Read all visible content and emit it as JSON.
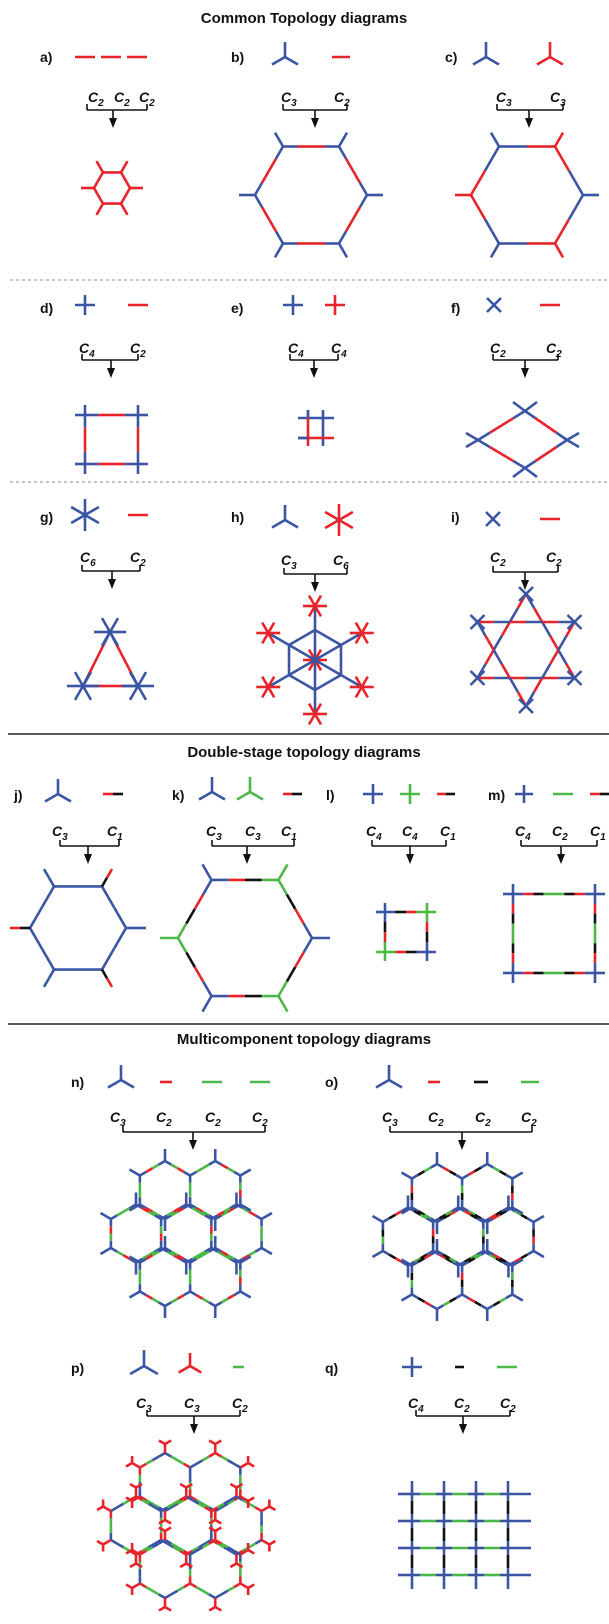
{
  "colors": {
    "blue": "#3a55a4",
    "red": "#e8232a",
    "green": "#4cb848",
    "black": "#111111"
  },
  "sections": [
    {
      "title": "Common Topology diagrams"
    },
    {
      "title": "Double-stage topology diagrams"
    },
    {
      "title": "Multicomponent topology diagrams"
    }
  ],
  "panels": [
    {
      "label": "a)",
      "symbols": [
        {
          "base": "C",
          "sub": "2"
        },
        {
          "base": "C",
          "sub": "2"
        },
        {
          "base": "C",
          "sub": "2"
        }
      ],
      "building_blocks": [
        "red-linear",
        "red-linear",
        "red-linear"
      ],
      "product": "hexagon"
    },
    {
      "label": "b)",
      "symbols": [
        {
          "base": "C",
          "sub": "3"
        },
        {
          "base": "C",
          "sub": "2"
        }
      ],
      "building_blocks": [
        "blue-tritopic",
        "red-linear"
      ],
      "product": "hexagon"
    },
    {
      "label": "c)",
      "symbols": [
        {
          "base": "C",
          "sub": "3"
        },
        {
          "base": "C",
          "sub": "3"
        }
      ],
      "building_blocks": [
        "blue-tritopic",
        "red-tritopic"
      ],
      "product": "hexagon"
    },
    {
      "label": "d)",
      "symbols": [
        {
          "base": "C",
          "sub": "4"
        },
        {
          "base": "C",
          "sub": "2"
        }
      ],
      "building_blocks": [
        "blue-tetratopic",
        "red-linear"
      ],
      "product": "square"
    },
    {
      "label": "e)",
      "symbols": [
        {
          "base": "C",
          "sub": "4"
        },
        {
          "base": "C",
          "sub": "4"
        }
      ],
      "building_blocks": [
        "blue-tetratopic",
        "red-tetratopic"
      ],
      "product": "square"
    },
    {
      "label": "f)",
      "symbols": [
        {
          "base": "C",
          "sub": "2"
        },
        {
          "base": "C",
          "sub": "2"
        }
      ],
      "building_blocks": [
        "blue-x",
        "red-linear"
      ],
      "product": "rhombus"
    },
    {
      "label": "g)",
      "symbols": [
        {
          "base": "C",
          "sub": "6"
        },
        {
          "base": "C",
          "sub": "2"
        }
      ],
      "building_blocks": [
        "blue-hexatopic",
        "red-linear"
      ],
      "product": "triangle"
    },
    {
      "label": "h)",
      "symbols": [
        {
          "base": "C",
          "sub": "3"
        },
        {
          "base": "C",
          "sub": "6"
        }
      ],
      "building_blocks": [
        "blue-tritopic",
        "red-hexatopic"
      ],
      "product": "rosette"
    },
    {
      "label": "i)",
      "symbols": [
        {
          "base": "C",
          "sub": "2"
        },
        {
          "base": "C",
          "sub": "2"
        }
      ],
      "building_blocks": [
        "blue-x",
        "red-linear"
      ],
      "product": "star-of-david"
    },
    {
      "label": "j)",
      "symbols": [
        {
          "base": "C",
          "sub": "3"
        },
        {
          "base": "C",
          "sub": "1"
        }
      ],
      "building_blocks": [
        "blue-tritopic",
        "red-black-linear"
      ],
      "product": "hexagon"
    },
    {
      "label": "k)",
      "symbols": [
        {
          "base": "C",
          "sub": "3"
        },
        {
          "base": "C",
          "sub": "3"
        },
        {
          "base": "C",
          "sub": "1"
        }
      ],
      "building_blocks": [
        "blue-tritopic",
        "green-tritopic",
        "black-red-linear"
      ],
      "product": "hexagon"
    },
    {
      "label": "l)",
      "symbols": [
        {
          "base": "C",
          "sub": "4"
        },
        {
          "base": "C",
          "sub": "4"
        },
        {
          "base": "C",
          "sub": "1"
        }
      ],
      "building_blocks": [
        "blue-tetratopic",
        "green-tetratopic",
        "red-black-linear"
      ],
      "product": "square"
    },
    {
      "label": "m)",
      "symbols": [
        {
          "base": "C",
          "sub": "4"
        },
        {
          "base": "C",
          "sub": "2"
        },
        {
          "base": "C",
          "sub": "1"
        }
      ],
      "building_blocks": [
        "blue-tetratopic",
        "green-linear",
        "red-black-linear"
      ],
      "product": "square"
    },
    {
      "label": "n)",
      "symbols": [
        {
          "base": "C",
          "sub": "3"
        },
        {
          "base": "C",
          "sub": "2"
        },
        {
          "base": "C",
          "sub": "2"
        },
        {
          "base": "C",
          "sub": "2"
        }
      ],
      "building_blocks": [
        "blue-tritopic",
        "red-linear",
        "green-linear",
        "green-linear"
      ],
      "product": "honeycomb"
    },
    {
      "label": "o)",
      "symbols": [
        {
          "base": "C",
          "sub": "3"
        },
        {
          "base": "C",
          "sub": "2"
        },
        {
          "base": "C",
          "sub": "2"
        },
        {
          "base": "C",
          "sub": "2"
        }
      ],
      "building_blocks": [
        "blue-tritopic",
        "red-linear",
        "black-linear",
        "green-linear"
      ],
      "product": "honeycomb"
    },
    {
      "label": "p)",
      "symbols": [
        {
          "base": "C",
          "sub": "3"
        },
        {
          "base": "C",
          "sub": "3"
        },
        {
          "base": "C",
          "sub": "2"
        }
      ],
      "building_blocks": [
        "blue-tritopic",
        "red-tritopic",
        "green-linear"
      ],
      "product": "honeycomb"
    },
    {
      "label": "q)",
      "symbols": [
        {
          "base": "C",
          "sub": "4"
        },
        {
          "base": "C",
          "sub": "2"
        },
        {
          "base": "C",
          "sub": "2"
        }
      ],
      "building_blocks": [
        "blue-tetratopic",
        "black-linear",
        "green-linear"
      ],
      "product": "square-grid"
    }
  ]
}
